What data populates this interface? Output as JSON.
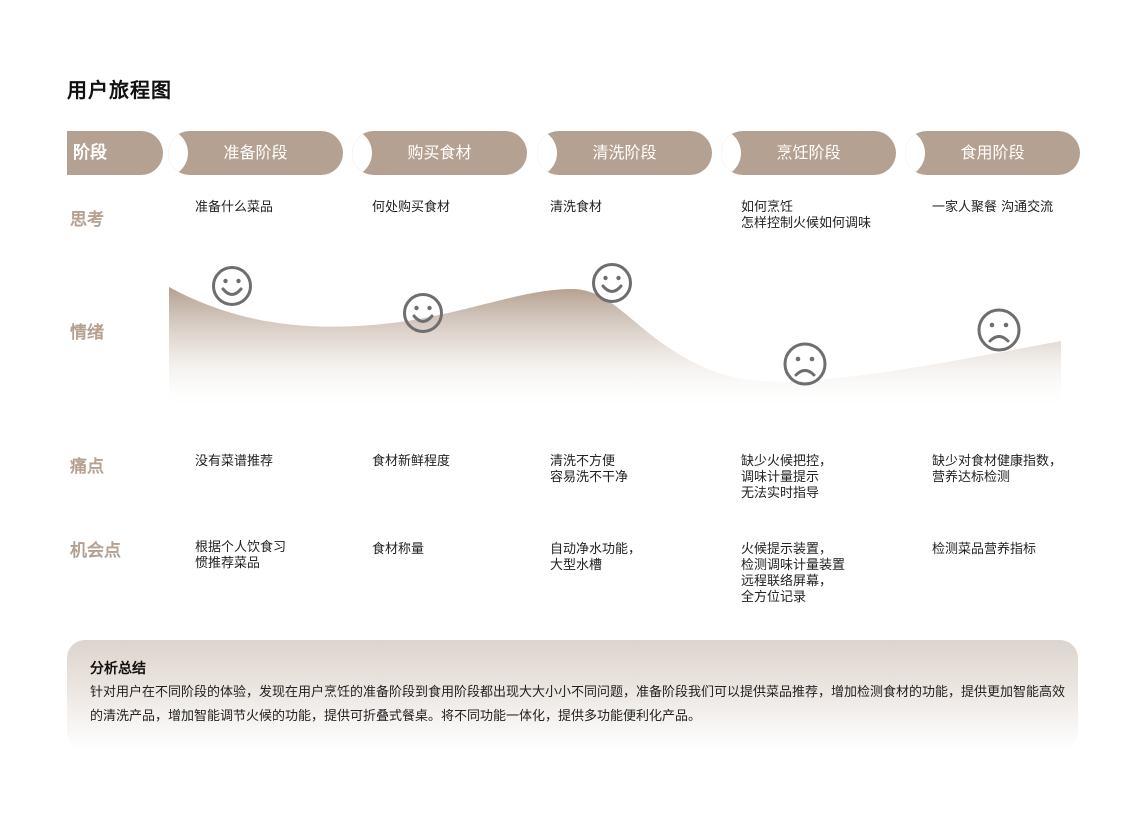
{
  "title": "用户旅程图",
  "header_label": "阶段",
  "stages": [
    "准备阶段",
    "购买食材",
    "清洗阶段",
    "烹饪阶段",
    "食用阶段"
  ],
  "rows": {
    "think": {
      "label": "思考",
      "cells": [
        "准备什么菜品",
        "何处购买食材",
        "清洗食材",
        "如何烹饪\n怎样控制火候如何调味",
        "一家人聚餐 沟通交流"
      ]
    },
    "emotion": {
      "label": "情绪",
      "faces": [
        "happy",
        "happy",
        "happy",
        "sad",
        "sad"
      ]
    },
    "pain": {
      "label": "痛点",
      "cells": [
        "没有菜谱推荐",
        "食材新鲜程度",
        "清洗不方便\n容易洗不干净",
        "缺少火候把控，\n调味计量提示\n无法实时指导",
        "缺少对食材健康指数，\n营养达标检测"
      ]
    },
    "opportunity": {
      "label": "机会点",
      "cells": [
        "根据个人饮食习\n惯推荐菜品",
        "食材称量",
        "自动净水功能，\n大型水槽",
        "火候提示装置，\n检测调味计量装置\n远程联络屏幕，\n全方位记录",
        "检测菜品营养指标"
      ]
    }
  },
  "summary": {
    "title": "分析总结",
    "text": "针对用户在不同阶段的体验，发现在用户烹饪的准备阶段到食用阶段都出现大大小小不同问题，准备阶段我们可以提供菜品推荐，增加检测食材的功能，提供更加智能高效的清洗产品，增加智能调节火候的功能，提供可折叠式餐桌。将不同功能一体化，提供多功能便利化产品。"
  },
  "colors": {
    "accent": "#b5a191",
    "face": "#6e6e6e"
  }
}
